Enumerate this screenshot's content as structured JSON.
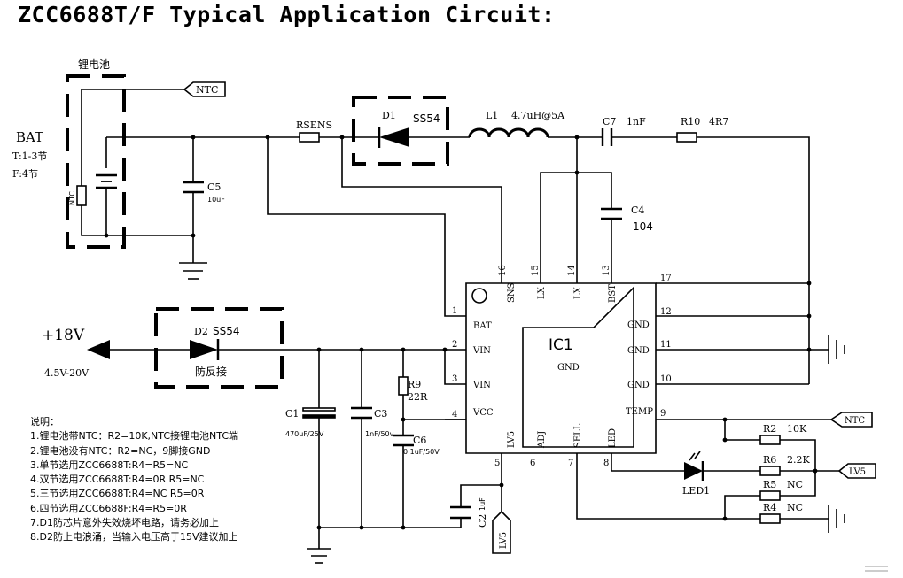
{
  "title": "ZCC6688T/F Typical Application Circuit:",
  "battery": {
    "group_label": "锂电池",
    "name": "BAT",
    "spec_t": "T:1-3节",
    "spec_f": "F:4节",
    "ntc_label": "NTC"
  },
  "ports": {
    "ntc_top": "NTC",
    "ntc_right": "NTC",
    "lv5_right": "LV5",
    "lv5_bottom": "LV5"
  },
  "input": {
    "voltage": "+18V",
    "range": "4.5V-20V",
    "protect_label": "防反接"
  },
  "components": {
    "rsens": "RSENS",
    "d1": "D1",
    "d1_part": "SS54",
    "l1": "L1",
    "l1_value": "4.7uH@5A",
    "c7": "C7",
    "c7_value": "1nF",
    "r10": "R10",
    "r10_value": "4R7",
    "c5": "C5",
    "c5_value": "10uF",
    "c4": "C4",
    "c4_value": "104",
    "d2": "D2",
    "d2_part": "SS54",
    "r9": "R9",
    "r9_value": "22R",
    "c1": "C1",
    "c1_value": "470uF/25V",
    "c3": "C3",
    "c3_value": "1nF/50v",
    "c6": "C6",
    "c6_value": "0.1uF/50V",
    "c2": "C2",
    "c2_value": "1uF",
    "r2": "R2",
    "r2_value": "10K",
    "r6": "R6",
    "r6_value": "2.2K",
    "r5": "R5",
    "r5_value": "NC",
    "r4": "R4",
    "r4_value": "NC",
    "led1": "LED1"
  },
  "ic": {
    "name": "IC1",
    "center_label": "GND",
    "left_pins": [
      {
        "num": "1",
        "name": "BAT"
      },
      {
        "num": "2",
        "name": "VIN"
      },
      {
        "num": "3",
        "name": "VIN"
      },
      {
        "num": "4",
        "name": "VCC"
      }
    ],
    "top_pins": [
      {
        "num": "16",
        "name": "SNS"
      },
      {
        "num": "15",
        "name": "LX"
      },
      {
        "num": "14",
        "name": "LX"
      },
      {
        "num": "13",
        "name": "BST"
      }
    ],
    "right_pins": [
      {
        "num": "17",
        "name": ""
      },
      {
        "num": "12",
        "name": "GND"
      },
      {
        "num": "11",
        "name": "GND"
      },
      {
        "num": "10",
        "name": "GND"
      },
      {
        "num": "9",
        "name": "TEMP"
      }
    ],
    "bottom_pins": [
      {
        "num": "5",
        "name": "LV5"
      },
      {
        "num": "6",
        "name": "ADJ"
      },
      {
        "num": "7",
        "name": "SELL"
      },
      {
        "num": "8",
        "name": "LED"
      }
    ]
  },
  "notes": [
    "说明：",
    "1.锂电池带NTC：R2=10K,NTC接锂电池NTC端",
    "2.锂电池没有NTC：R2=NC，9脚接GND",
    "3.单节选用ZCC6688T:R4=R5=NC",
    "4.双节选用ZCC6688T:R4=0R  R5=NC",
    "5.三节选用ZCC6688T:R4=NC  R5=0R",
    "6.四节选用ZCC6688F:R4=R5=0R",
    "7.D1防芯片意外失效烧坏电路，请务必加上",
    "8.D2防上电浪涌，当输入电压高于15V建议加上"
  ]
}
